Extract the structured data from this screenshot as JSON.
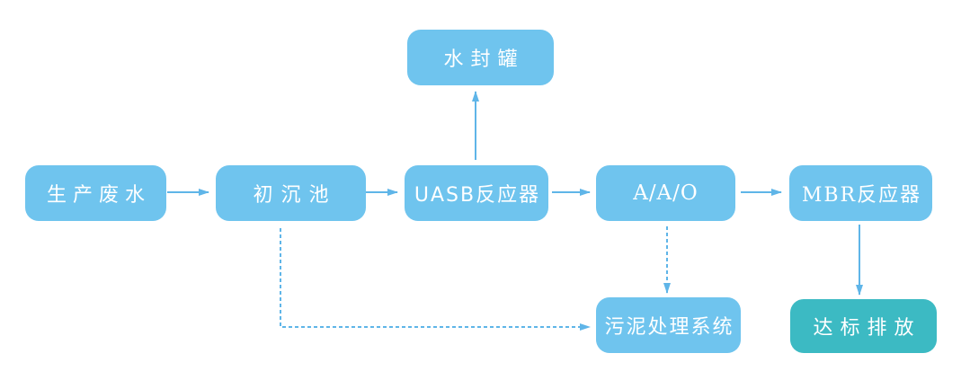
{
  "colors": {
    "node_fill": "#6FC4EE",
    "final_node_fill": "#3CBAC3",
    "arrow": "#5FB5E8",
    "label_text": "#FFFFFF",
    "background": "#FFFFFF"
  },
  "nodes": {
    "production_wastewater": {
      "label": "生产废水"
    },
    "primary_sedimentation_tank": {
      "label": "初沉池"
    },
    "water_seal_tank": {
      "label": "水封罐"
    },
    "uasb_reactor": {
      "label": "UASB反应器"
    },
    "aao_process": {
      "label": "A/A/O"
    },
    "mbr_reactor": {
      "label": "MBR反应器"
    },
    "sludge_treatment_system": {
      "label": "污泥处理系统"
    },
    "standard_discharge": {
      "label": "达标排放"
    }
  },
  "edges": [
    {
      "from": "生产废水",
      "to": "初沉池",
      "style": "solid",
      "direction": "right"
    },
    {
      "from": "初沉池",
      "to": "UASB反应器",
      "style": "solid",
      "direction": "right"
    },
    {
      "from": "UASB反应器",
      "to": "水封罐",
      "style": "solid",
      "direction": "up"
    },
    {
      "from": "UASB反应器",
      "to": "A/A/O",
      "style": "solid",
      "direction": "right"
    },
    {
      "from": "A/A/O",
      "to": "MBR反应器",
      "style": "solid",
      "direction": "right"
    },
    {
      "from": "A/A/O",
      "to": "污泥处理系统",
      "style": "dashed",
      "direction": "down"
    },
    {
      "from": "初沉池",
      "to": "污泥处理系统",
      "style": "dashed",
      "direction": "down-then-right"
    },
    {
      "from": "MBR反应器",
      "to": "达标排放",
      "style": "solid",
      "direction": "down"
    }
  ]
}
